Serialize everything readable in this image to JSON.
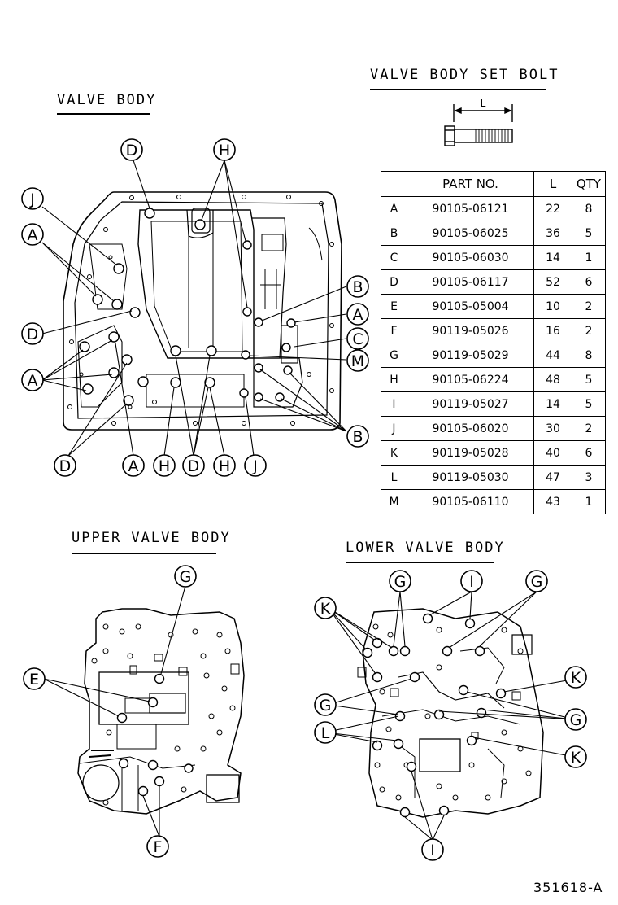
{
  "titles": {
    "valve_body": "VALVE BODY",
    "bolt_set": "VALVE BODY SET BOLT",
    "upper": "UPPER VALVE BODY",
    "lower": "LOWER VALVE BODY"
  },
  "bolt_dimension_label": "L",
  "table": {
    "headers": {
      "blank": "",
      "part_no": "PART NO.",
      "l": "L",
      "qty": "QTY"
    },
    "rows": [
      {
        "code": "A",
        "part": "90105-06121",
        "l": "22",
        "qty": "8"
      },
      {
        "code": "B",
        "part": "90105-06025",
        "l": "36",
        "qty": "5"
      },
      {
        "code": "C",
        "part": "90105-06030",
        "l": "14",
        "qty": "1"
      },
      {
        "code": "D",
        "part": "90105-06117",
        "l": "52",
        "qty": "6"
      },
      {
        "code": "E",
        "part": "90105-05004",
        "l": "10",
        "qty": "2"
      },
      {
        "code": "F",
        "part": "90119-05026",
        "l": "16",
        "qty": "2"
      },
      {
        "code": "G",
        "part": "90119-05029",
        "l": "44",
        "qty": "8"
      },
      {
        "code": "H",
        "part": "90105-06224",
        "l": "48",
        "qty": "5"
      },
      {
        "code": "I",
        "part": "90119-05027",
        "l": "14",
        "qty": "5"
      },
      {
        "code": "J",
        "part": "90105-06020",
        "l": "30",
        "qty": "2"
      },
      {
        "code": "K",
        "part": "90119-05028",
        "l": "40",
        "qty": "6"
      },
      {
        "code": "L",
        "part": "90119-05030",
        "l": "47",
        "qty": "3"
      },
      {
        "code": "M",
        "part": "90105-06110",
        "l": "43",
        "qty": "1"
      }
    ]
  },
  "figure_id": "351618-A",
  "callouts": {
    "vb_d_top": "D",
    "vb_h_top": "H",
    "vb_j_left": "J",
    "vb_a_left1": "A",
    "vb_d_left": "D",
    "vb_a_left2": "A",
    "vb_d_bottom": "D",
    "vb_a_bottom": "A",
    "vb_h_bottom1": "H",
    "vb_d_bottom2": "D",
    "vb_h_bottom2": "H",
    "vb_j_bottom": "J",
    "vb_b_right1": "B",
    "vb_a_right": "A",
    "vb_c_right": "C",
    "vb_m_right": "M",
    "vb_b_right2": "B",
    "up_g": "G",
    "up_e": "E",
    "up_f": "F",
    "lo_g1": "G",
    "lo_i_top": "I",
    "lo_g2": "G",
    "lo_k1": "K",
    "lo_k2": "K",
    "lo_g3": "G",
    "lo_g4": "G",
    "lo_l": "L",
    "lo_k3": "K",
    "lo_i_bottom": "I"
  }
}
